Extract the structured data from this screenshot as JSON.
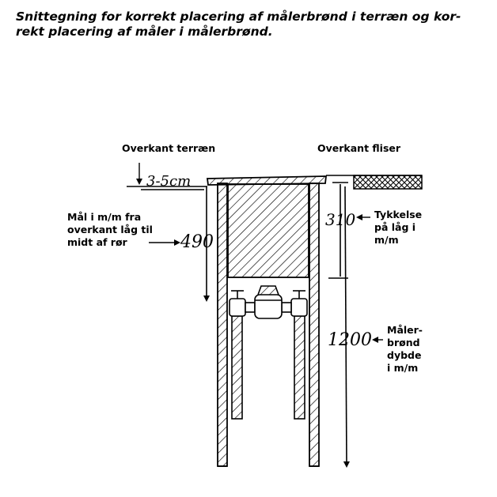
{
  "title": {
    "line1": "Snittegning for korrekt placering af målerbrønd i terræn og kor-",
    "line2": "rekt placering af måler i målerbrønd."
  },
  "labels": {
    "overkant_terraen": "Overkant terræn",
    "overkant_fliser": "Overkant fliser",
    "maal_line1": "Mål i m/m fra",
    "maal_line2": "overkant låg til",
    "maal_line3": "midt af rør",
    "tykkelse_line1": "Tykkelse",
    "tykkelse_line2": "på låg i",
    "tykkelse_line3": "m/m",
    "maalerbroend_line1": "Måler-",
    "maalerbroend_line2": "brønd",
    "maalerbroend_line3": "dybde",
    "maalerbroend_line4": "i m/m"
  },
  "dimensions": {
    "dim_3_5cm": "3-5cm",
    "dim_490": "490",
    "dim_310": "310",
    "dim_1200": "1200"
  }
}
